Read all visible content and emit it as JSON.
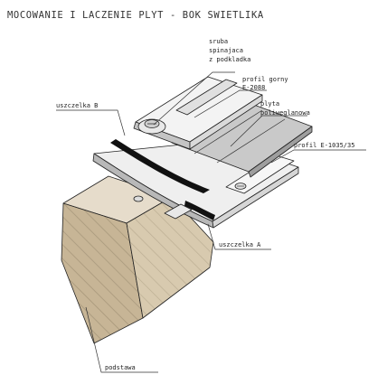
{
  "title": "MOCOWANIE I LACZENIE PLYT - BOK SWIETLIKA",
  "labels": {
    "sruba": [
      "sruba",
      "spinajaca",
      "z podkladka"
    ],
    "profil_gorny": [
      "profil gorny",
      "E-2088"
    ],
    "plyta": [
      "plyta",
      "poliweglanowa"
    ],
    "profil_e": "profil E-1035/35",
    "uszczelka_b": "uszczelka B",
    "uszczelka_a": "uszczelka A",
    "podstawa": "podstawa"
  },
  "icons": {
    "screw": "screw-washer-icon",
    "base": "wooden-base-block"
  },
  "colors": {
    "base_front": "#c9b79a",
    "base_side": "#d9cbb3",
    "base_top": "#e8dfcf",
    "profile_light": "#f2f2f2",
    "profile_shade": "#c8c8c8",
    "gasket": "#111111",
    "poly_sheet": "#cfcfcf"
  }
}
